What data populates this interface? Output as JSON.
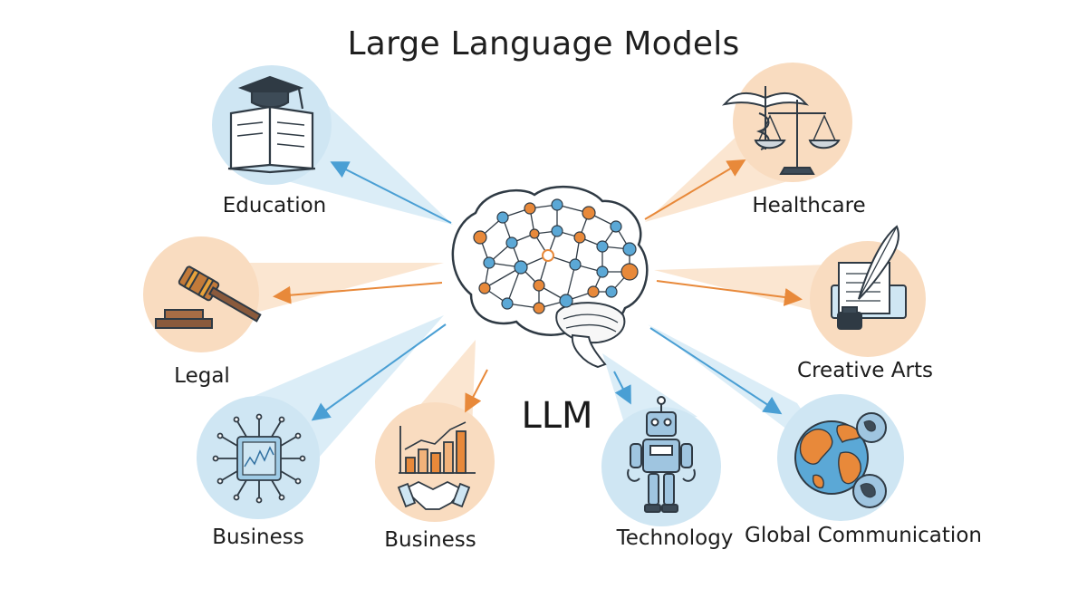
{
  "title": "Large Language Models",
  "center_label": "LLM",
  "colors": {
    "blue": "#5ba8d6",
    "blue_light": "#cfe6f3",
    "orange": "#e8893a",
    "orange_light": "#f9dcc0",
    "outline": "#2f3a44"
  },
  "nodes": [
    {
      "id": "education",
      "label": "Education",
      "icon": "book-graduation-cap-icon",
      "theme": "blue"
    },
    {
      "id": "healthcare",
      "label": "Healthcare",
      "icon": "caduceus-scales-icon",
      "theme": "orange"
    },
    {
      "id": "legal",
      "label": "Legal",
      "icon": "gavel-icon",
      "theme": "orange"
    },
    {
      "id": "creative-arts",
      "label": "Creative Arts",
      "icon": "quill-inkwell-icon",
      "theme": "orange"
    },
    {
      "id": "business-chip",
      "label": "Business",
      "icon": "circuit-chip-icon",
      "theme": "blue"
    },
    {
      "id": "business-growth",
      "label": "Business",
      "icon": "growth-chart-handshake-icon",
      "theme": "orange"
    },
    {
      "id": "technology",
      "label": "Technology",
      "icon": "robot-icon",
      "theme": "blue"
    },
    {
      "id": "global-communication",
      "label": "Global Communication",
      "icon": "globe-icon",
      "theme": "blue"
    }
  ]
}
